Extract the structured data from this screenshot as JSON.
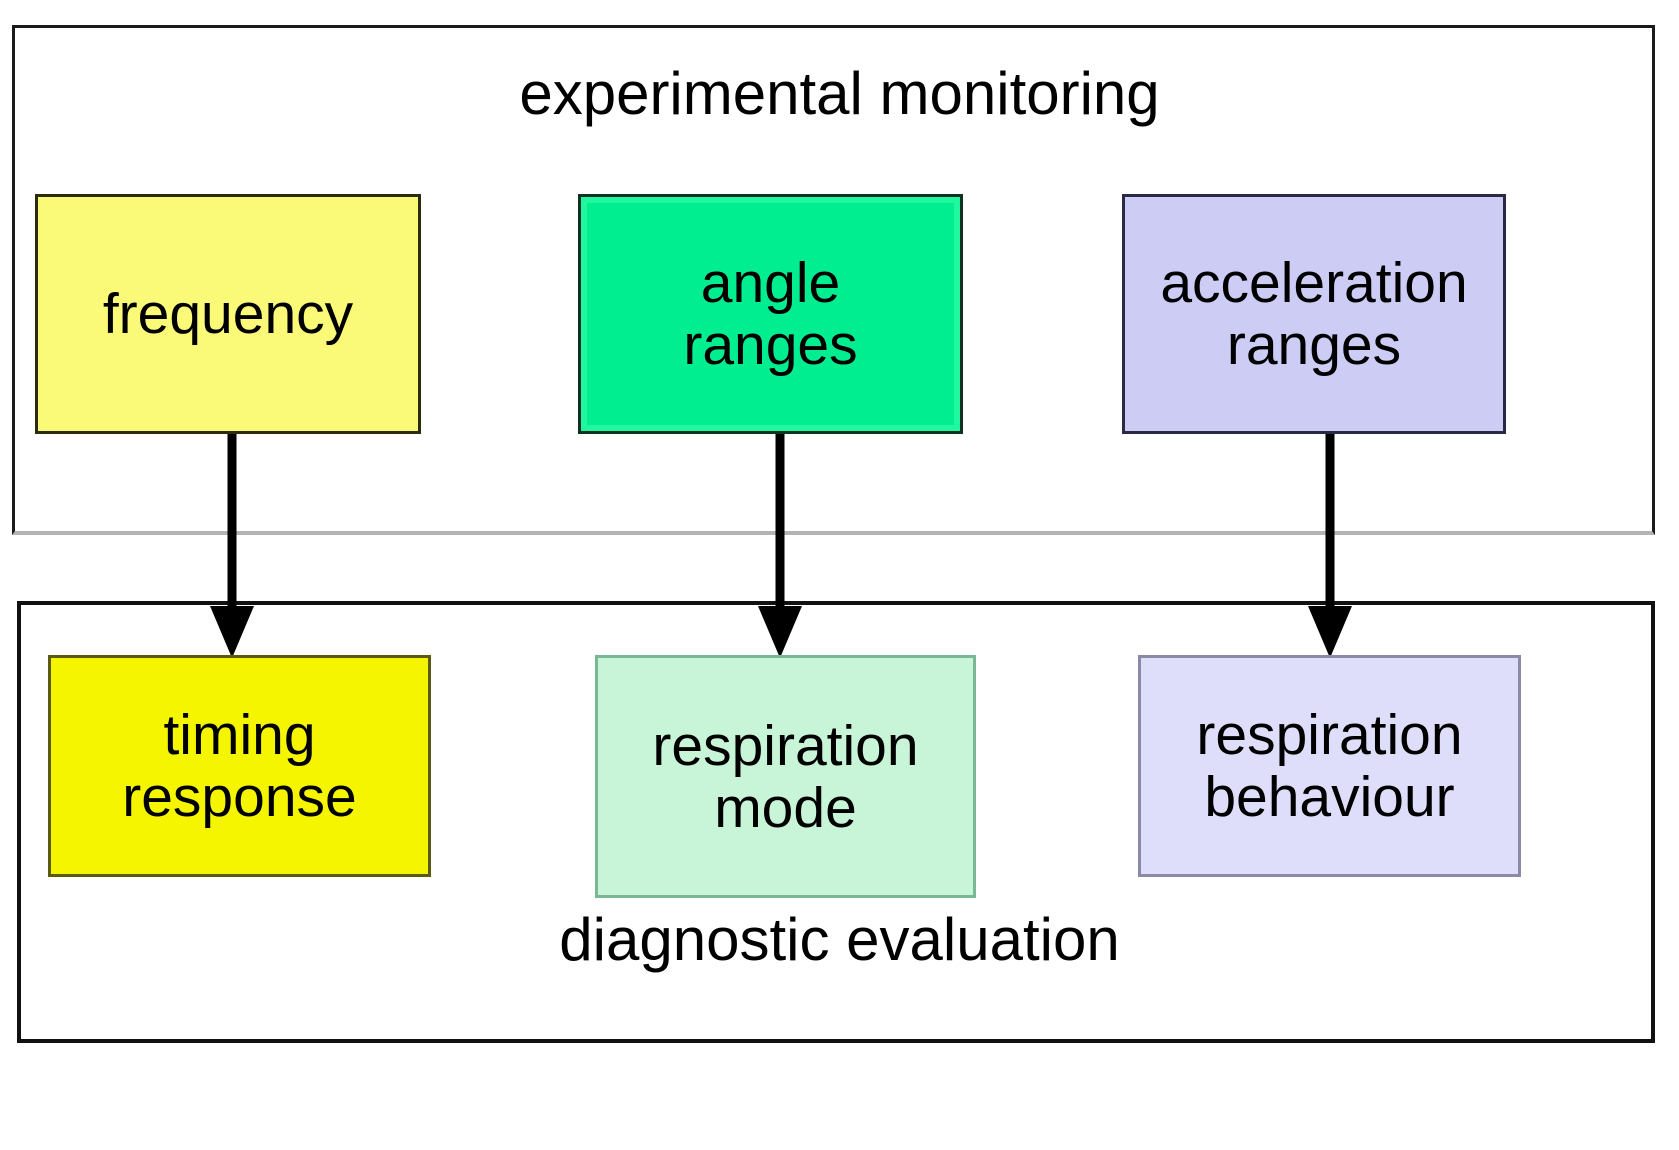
{
  "diagram": {
    "type": "flowchart",
    "background_color": "#ffffff",
    "groups": [
      {
        "id": "experimental-monitoring",
        "caption": "experimental monitoring",
        "caption_position": "top",
        "border_color": "#1a1a1a"
      },
      {
        "id": "diagnostic-evaluation",
        "caption": "diagnostic evaluation",
        "caption_position": "bottom",
        "border_color": "#111111"
      }
    ],
    "nodes": [
      {
        "id": "frequency",
        "label": "frequency",
        "group": "experimental-monitoring",
        "fill": "#fafa78",
        "column": 1
      },
      {
        "id": "angle-ranges",
        "label": "angle\nranges",
        "group": "experimental-monitoring",
        "fill": "#00ee90",
        "column": 2
      },
      {
        "id": "acceleration-ranges",
        "label": "acceleration\nranges",
        "group": "experimental-monitoring",
        "fill": "#ccccf5",
        "column": 3
      },
      {
        "id": "timing-response",
        "label": "timing\nresponse",
        "group": "diagnostic-evaluation",
        "fill": "#f5f500",
        "column": 1
      },
      {
        "id": "respiration-mode",
        "label": "respiration\nmode",
        "group": "diagnostic-evaluation",
        "fill": "#c8f5d8",
        "column": 2
      },
      {
        "id": "respiration-behaviour",
        "label": "respiration\nbehaviour",
        "group": "diagnostic-evaluation",
        "fill": "#dedefa",
        "column": 3
      }
    ],
    "edges": [
      {
        "id": "edge-frequency-timing",
        "from": "frequency",
        "to": "timing-response",
        "style": "solid-arrow",
        "color": "#000000"
      },
      {
        "id": "edge-angle-respiration-mode",
        "from": "angle-ranges",
        "to": "respiration-mode",
        "style": "solid-arrow",
        "color": "#000000"
      },
      {
        "id": "edge-acceleration-behaviour",
        "from": "acceleration-ranges",
        "to": "respiration-behaviour",
        "style": "solid-arrow",
        "color": "#000000"
      }
    ]
  }
}
